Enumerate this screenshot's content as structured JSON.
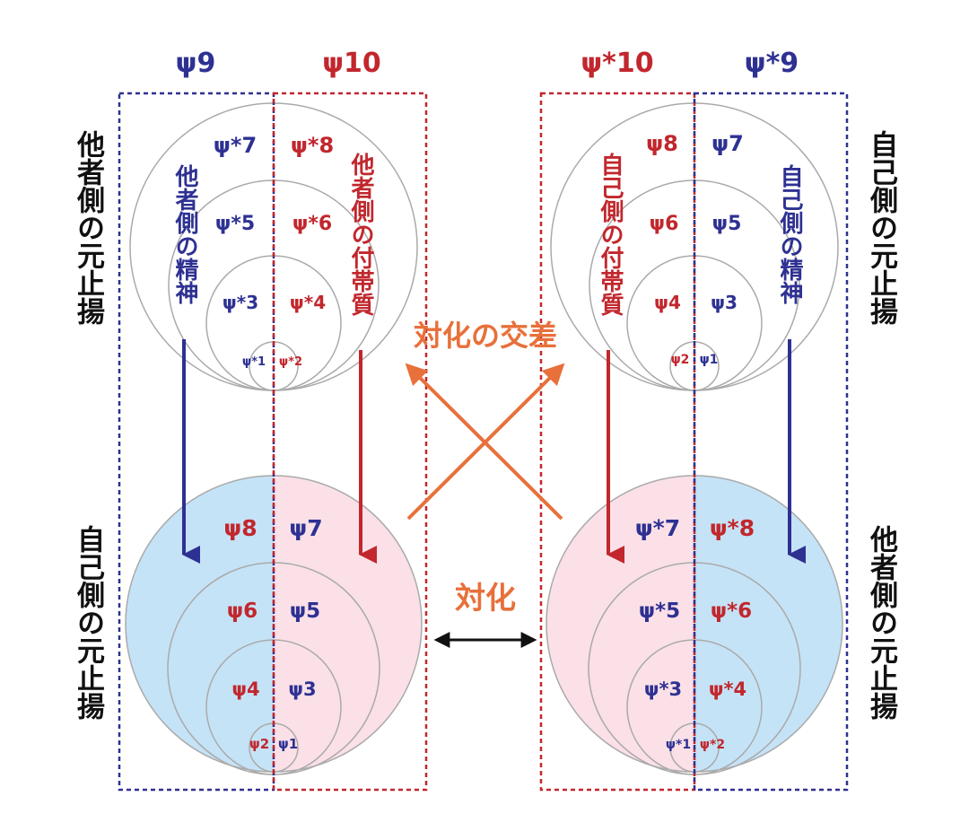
{
  "colors": {
    "blue": "#2e3192",
    "red": "#c1272d",
    "orange": "#e8703a",
    "black": "#111111",
    "light_blue_fill": "#c5e3f6",
    "light_pink_fill": "#fbe0e8",
    "circle_stroke": "#aaaaaa"
  },
  "headers": {
    "left_blue": "ψ9",
    "left_red": "ψ10",
    "right_red": "ψ*10",
    "right_blue": "ψ*9"
  },
  "side_labels": {
    "top_left": "他者側の元止揚",
    "bottom_left": "自己側の元止揚",
    "top_right": "自己側の元止揚",
    "bottom_right": "他者側の元止揚"
  },
  "column_labels": {
    "left_blue": "他者側の精神",
    "left_red": "他者側の付帯質",
    "right_red": "自己側の付帯質",
    "right_blue": "自己側の精神"
  },
  "center_labels": {
    "crossing": "対化の交差",
    "pairing": "対化"
  },
  "circles": {
    "top_left": {
      "left": [
        "ψ*7",
        "ψ*5",
        "ψ*3",
        "ψ*1"
      ],
      "right": [
        "ψ*8",
        "ψ*6",
        "ψ*4",
        "ψ*2"
      ]
    },
    "bottom_left": {
      "left": [
        "ψ8",
        "ψ6",
        "ψ4",
        "ψ2"
      ],
      "right": [
        "ψ7",
        "ψ5",
        "ψ3",
        "ψ1"
      ]
    },
    "top_right": {
      "left": [
        "ψ8",
        "ψ6",
        "ψ4",
        "ψ2"
      ],
      "right": [
        "ψ7",
        "ψ5",
        "ψ3",
        "ψ1"
      ]
    },
    "bottom_right": {
      "left": [
        "ψ*7",
        "ψ*5",
        "ψ*3",
        "ψ*1"
      ],
      "right": [
        "ψ*8",
        "ψ*6",
        "ψ*4",
        "ψ*2"
      ]
    }
  }
}
